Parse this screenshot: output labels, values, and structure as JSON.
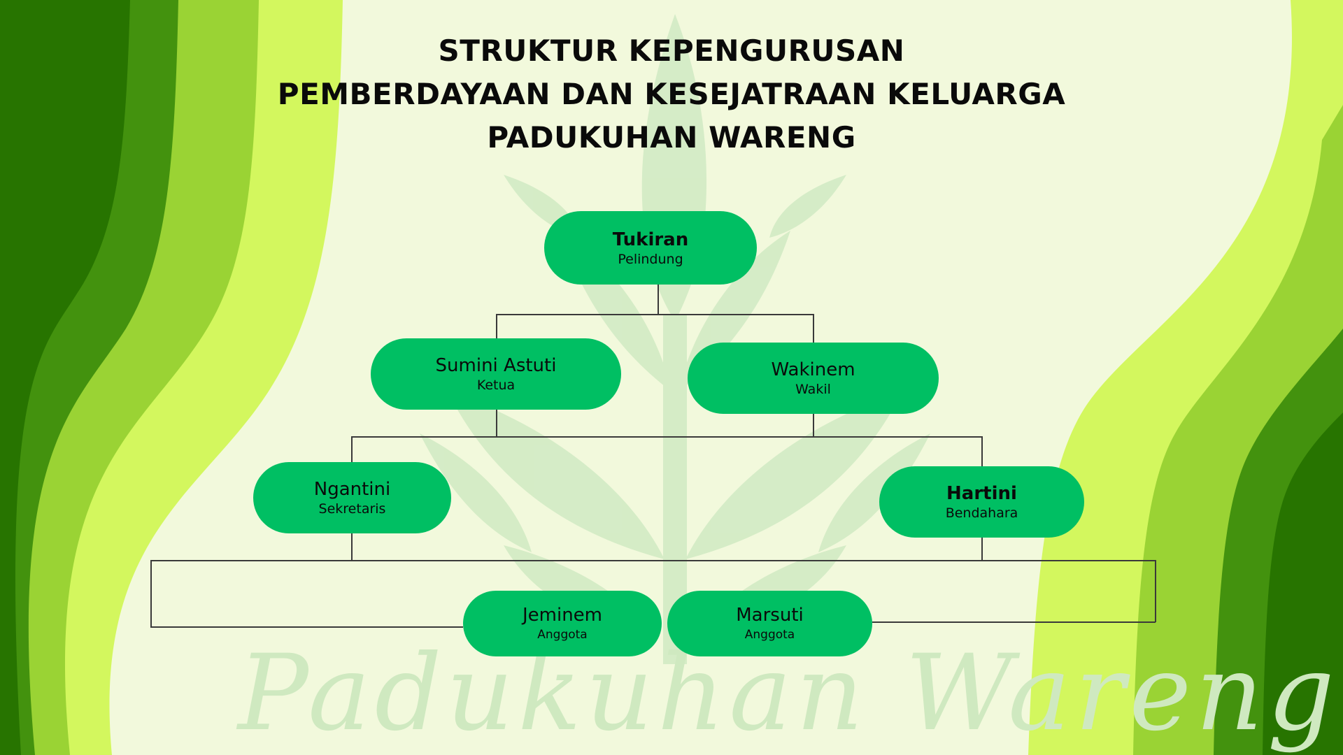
{
  "title": {
    "line1": "STRUKTUR KEPENGURUSAN",
    "line2": "PEMBERDAYAAN DAN KESEJATRAAN KELUARGA",
    "line3": "PADUKUHAN WARENG"
  },
  "watermark": "Padukuhan Wareng",
  "colors": {
    "node_fill": "#00bf63",
    "background": "#f2f9dc",
    "wave_dark": "#277400",
    "wave_mid": "#43920e",
    "wave_light": "#9ad334",
    "wave_lime": "#d3f75e"
  },
  "org": {
    "pelindung": {
      "name": "Tukiran",
      "role": "Pelindung"
    },
    "ketua": {
      "name": "Sumini Astuti",
      "role": "Ketua"
    },
    "wakil": {
      "name": "Wakinem",
      "role": "Wakil"
    },
    "sekretaris": {
      "name": "Ngantini",
      "role": "Sekretaris"
    },
    "bendahara": {
      "name": "Hartini",
      "role": "Bendahara"
    },
    "anggota": [
      {
        "name": "Jeminem",
        "role": "Anggota"
      },
      {
        "name": "Marsuti",
        "role": "Anggota"
      }
    ]
  }
}
